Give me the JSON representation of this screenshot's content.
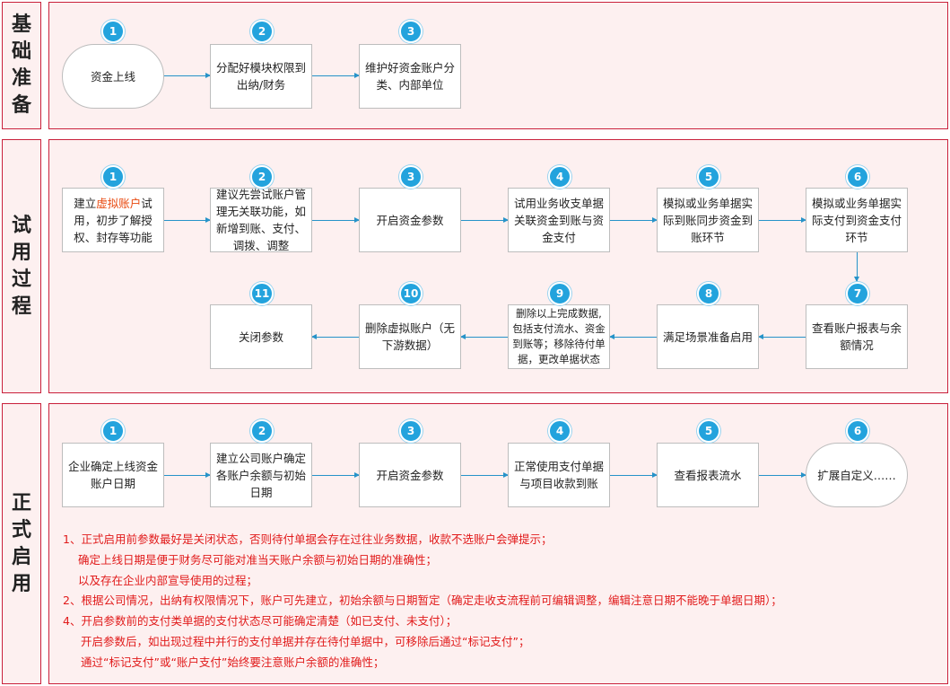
{
  "sections": {
    "basic": {
      "title": "基础准备",
      "title_chars": [
        "基",
        "础",
        "准",
        "备"
      ],
      "steps": [
        {
          "num": "1",
          "text": "资金上线"
        },
        {
          "num": "2",
          "text": "分配好模块权限到出纳/财务"
        },
        {
          "num": "3",
          "text": "维护好资金账户分类、内部单位"
        }
      ]
    },
    "trial": {
      "title": "试用过程",
      "title_chars": [
        "试",
        "用",
        "过",
        "程"
      ],
      "steps": [
        {
          "num": "1",
          "text_pre": "建立",
          "text_highlight": "虚拟账户",
          "text_post": "试用，初步了解授权、封存等功能"
        },
        {
          "num": "2",
          "text": "建议先尝试账户管理无关联功能，如新增到账、支付、调拨、调整"
        },
        {
          "num": "3",
          "text": "开启资金参数"
        },
        {
          "num": "4",
          "text": "试用业务收支单据关联资金到账与资金支付"
        },
        {
          "num": "5",
          "text": "模拟或业务单据实际到账同步资金到账环节"
        },
        {
          "num": "6",
          "text": "模拟或业务单据实际支付到资金支付环节"
        },
        {
          "num": "7",
          "text": "查看账户报表与余额情况"
        },
        {
          "num": "8",
          "text": "满足场景准备启用"
        },
        {
          "num": "9",
          "text": "删除以上完成数据,包括支付流水、资金到账等；移除待付单据，更改单据状态"
        },
        {
          "num": "10",
          "text": "删除虚拟账户（无下游数据）"
        },
        {
          "num": "11",
          "text": "关闭参数"
        }
      ]
    },
    "formal": {
      "title": "正式启用",
      "title_chars": [
        "正",
        "式",
        "启",
        "用"
      ],
      "steps": [
        {
          "num": "1",
          "text": "企业确定上线资金账户日期"
        },
        {
          "num": "2",
          "text": "建立公司账户确定各账户余额与初始日期"
        },
        {
          "num": "3",
          "text": "开启资金参数"
        },
        {
          "num": "4",
          "text": "正常使用支付单据与项目收款到账"
        },
        {
          "num": "5",
          "text": "查看报表流水"
        },
        {
          "num": "6",
          "text": "扩展自定义……"
        }
      ],
      "notes": [
        "1、正式启用前参数最好是关闭状态，否则待付单据会存在过往业务数据，收款不选账户会弹提示；",
        "确定上线日期是便于财务尽可能对准当天账户余额与初始日期的准确性；",
        "以及存在企业内部宣导使用的过程；",
        "2、根据公司情况，出纳有权限情况下，账户可先建立，初始余额与日期暂定（确定走收支流程前可编辑调整，编辑注意日期不能晚于单据日期）；",
        "4、开启参数前的支付类单据的支付状态尽可能确定清楚（如已支付、未支付）；",
        "开启参数后，如出现过程中并行的支付单据并存在待付单据中，可移除后通过“标记支付”；",
        "通过“标记支付”或“账户支付”始终要注意账户余额的准确性；"
      ]
    }
  },
  "colors": {
    "border_red": "#c9203b",
    "panel_bg": "#fdf0f0",
    "badge_blue": "#23a3dd",
    "arrow_blue": "#2693c9",
    "note_red": "#e11b1b",
    "highlight_orange": "#e8490f"
  }
}
